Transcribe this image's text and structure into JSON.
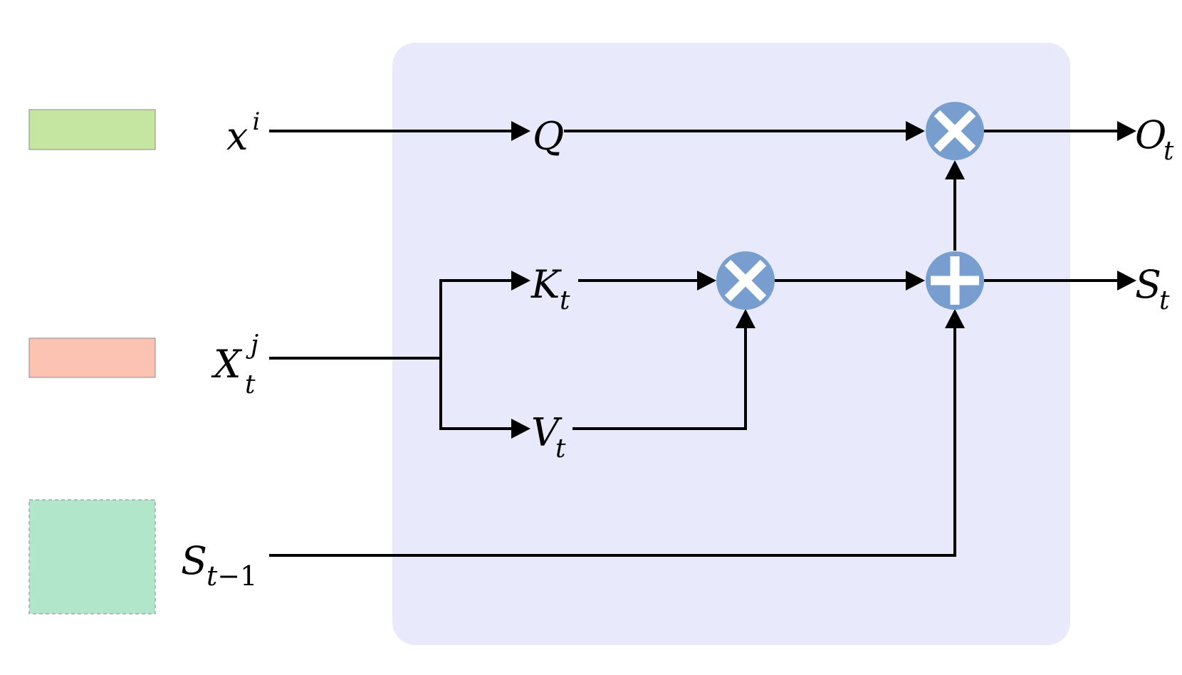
{
  "colors": {
    "panel": "#e8eafc",
    "legend_green": "#c5e6a0",
    "legend_red": "#fcc2b2",
    "legend_teal": "#b2e6cb",
    "legend_border": "#999999",
    "operator_fill": "#779ecf",
    "operator_symbol": "#ffffff",
    "line": "#000000"
  },
  "icons": {
    "multiply": "multiply-icon",
    "add": "plus-icon"
  },
  "labels": {
    "x_i": {
      "base": "x",
      "sup": "i"
    },
    "X_t_j": {
      "base": "X",
      "sup": "j",
      "sub": "t"
    },
    "S_t_minus_1": {
      "base": "S",
      "sub_italic": "t",
      "sub_rest": "−1"
    },
    "Q": {
      "base": "Q"
    },
    "K_t": {
      "base": "K",
      "sub": "t"
    },
    "V_t": {
      "base": "V",
      "sub": "t"
    },
    "O_t": {
      "base": "O",
      "sub": "t"
    },
    "S_t": {
      "base": "S",
      "sub": "t"
    }
  }
}
